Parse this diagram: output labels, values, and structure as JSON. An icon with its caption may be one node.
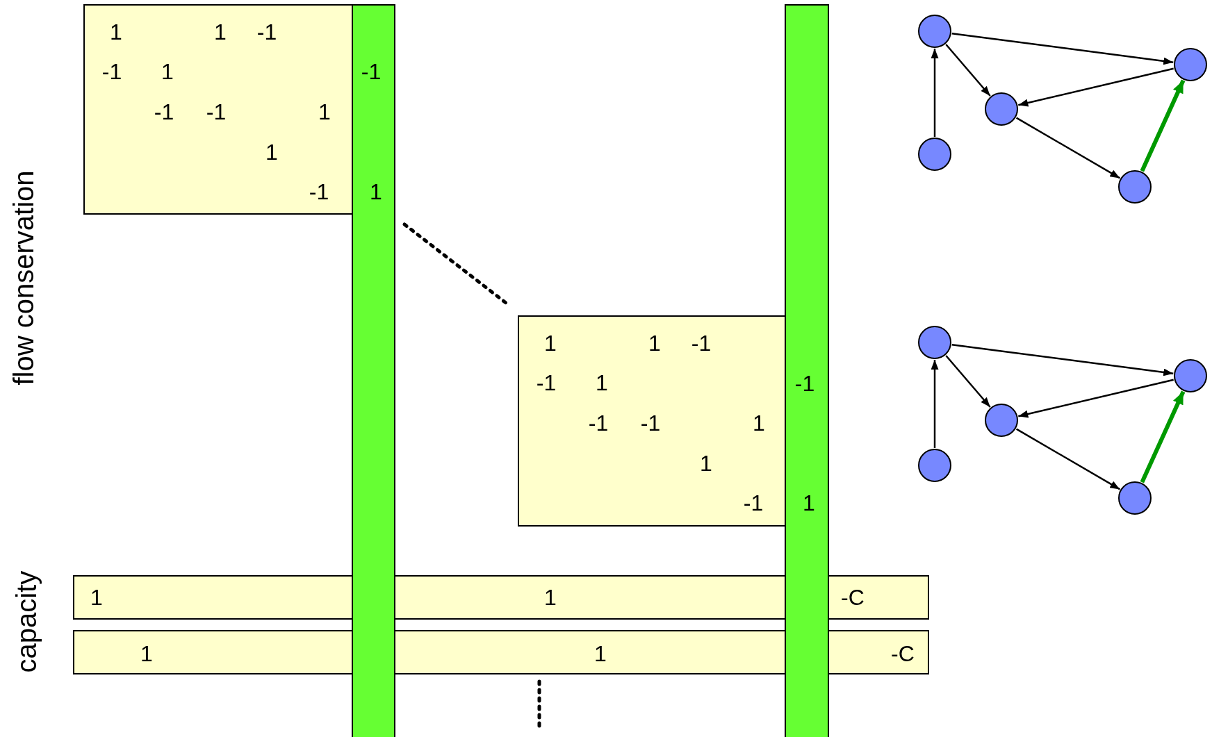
{
  "diagram": {
    "nodes": [
      {
        "text": [
          "1",
          "1",
          "-1",
          "-1",
          "1",
          "-1",
          "-1",
          "1",
          "1",
          "-1"
        ]
      },
      {
        "text": [
          "-1",
          "1"
        ]
      },
      {
        "text": [],
        "shape": "circle"
      },
      {
        "text": [],
        "shape": "circle"
      },
      {
        "text": [],
        "shape": "circle"
      },
      {
        "text": [],
        "shape": "circle"
      },
      {
        "text": [],
        "shape": "circle"
      },
      {
        "text": [
          "1",
          "1",
          "-1",
          "-1",
          "1",
          "-1",
          "-1",
          "1",
          "1",
          "-1"
        ]
      },
      {
        "text": [
          "-1",
          "1"
        ]
      },
      {
        "text": [],
        "shape": "circle"
      },
      {
        "text": [],
        "shape": "circle"
      },
      {
        "text": [],
        "shape": "circle"
      },
      {
        "text": [],
        "shape": "circle"
      },
      {
        "text": [],
        "shape": "circle"
      },
      {
        "text": [
          "1",
          "1",
          "-C"
        ]
      },
      {
        "text": [
          "1",
          "1",
          "-C"
        ]
      }
    ],
    "edges": [
      {
        "from": 5,
        "to": 2,
        "arrow": "to"
      },
      {
        "from": 2,
        "to": 3,
        "arrow": "to"
      },
      {
        "from": 2,
        "to": 4,
        "arrow": "to"
      },
      {
        "from": 3,
        "to": 4,
        "arrow": "to"
      },
      {
        "from": 4,
        "to": 6,
        "arrow": "to"
      },
      {
        "from": 6,
        "to": 3,
        "arrow": "to",
        "style": "thick",
        "color": "#009900"
      },
      {
        "from": 12,
        "to": 9,
        "arrow": "to"
      },
      {
        "from": 9,
        "to": 10,
        "arrow": "to"
      },
      {
        "from": 9,
        "to": 11,
        "arrow": "to"
      },
      {
        "from": 10,
        "to": 11,
        "arrow": "to"
      },
      {
        "from": 11,
        "to": 13,
        "arrow": "to"
      },
      {
        "from": 13,
        "to": 10,
        "arrow": "to",
        "style": "thick",
        "color": "#009900"
      }
    ],
    "labels": [
      "flow conservation",
      "capacity"
    ]
  }
}
